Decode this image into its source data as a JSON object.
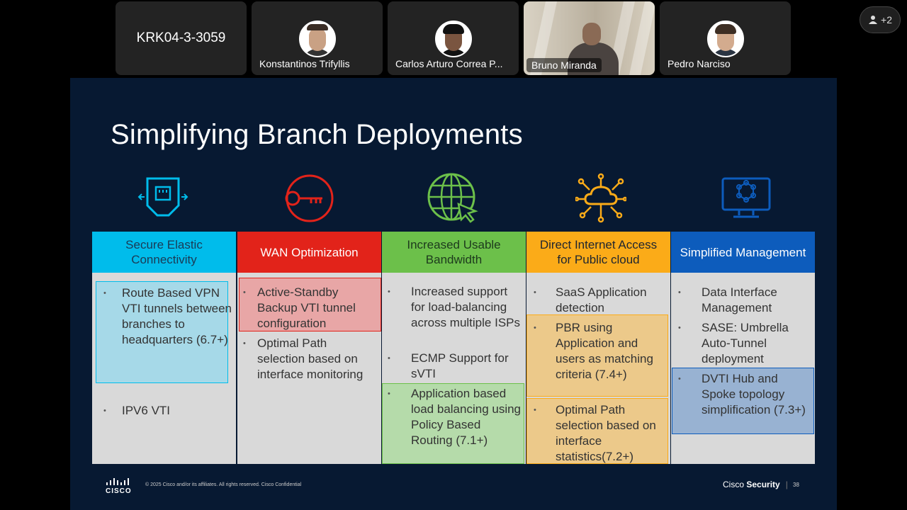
{
  "meeting": {
    "room_name": "KRK04-3-3059",
    "participants": [
      {
        "name": "Konstantinos Trifyllis"
      },
      {
        "name": "Carlos Arturo Correa P..."
      },
      {
        "name": "Bruno Miranda"
      },
      {
        "name": "Pedro Narciso"
      }
    ],
    "extra_count": "+2"
  },
  "slide": {
    "title": "Simplifying Branch Deployments",
    "columns": [
      {
        "icon": "ethernet-port-icon",
        "header": "Secure Elastic Connectivity",
        "header_color": "#00bceb",
        "items": [
          "Route Based VPN VTI tunnels between branches to headquarters (6.7+)",
          "IPV6 VTI"
        ]
      },
      {
        "icon": "key-icon",
        "header": "WAN Optimization",
        "header_color": "#e2231a",
        "items": [
          "Active-Standby Backup VTI tunnel configuration",
          "Optimal Path selection based on interface monitoring"
        ]
      },
      {
        "icon": "globe-cursor-icon",
        "header": "Increased Usable Bandwidth",
        "header_color": "#6cc04a",
        "items": [
          "Increased support for load-balancing across multiple ISPs",
          "ECMP Support for sVTI",
          "Application based load balancing using Policy Based Routing (7.1+)"
        ]
      },
      {
        "icon": "cloud-network-icon",
        "header": "Direct Internet Access for Public cloud",
        "header_color": "#fbab18",
        "items": [
          "SaaS Application detection",
          "PBR using Application and users as matching criteria (7.4+)",
          "Optimal Path selection based on interface statistics(7.2+)"
        ]
      },
      {
        "icon": "monitor-network-icon",
        "header": "Simplified Management",
        "header_color": "#0d5cbc",
        "items": [
          "Data Interface Management",
          "SASE: Umbrella Auto-Tunnel deployment",
          "DVTI Hub and Spoke topology simplification (7.3+)"
        ]
      }
    ],
    "footer": {
      "logo_text": "CISCO",
      "copyright": "© 2025  Cisco and/or its affiliates. All rights reserved.   Cisco Confidential",
      "brand_plain": "Cisco",
      "brand_bold": "Security",
      "page_number": "38"
    }
  }
}
